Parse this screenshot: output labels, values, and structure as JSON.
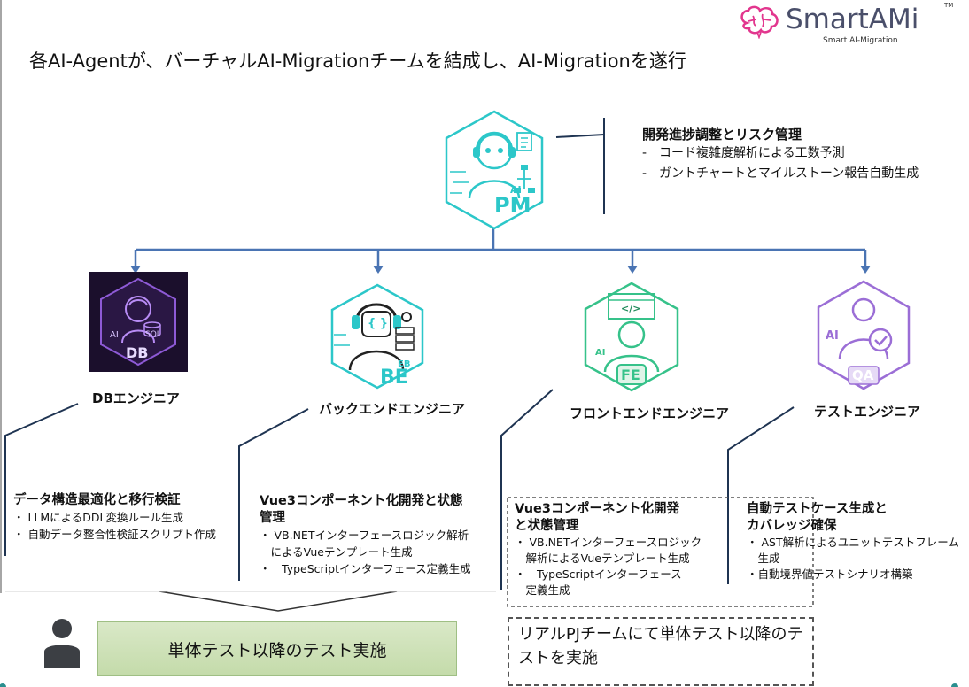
{
  "logo": {
    "name": "SmartAMi",
    "tm": "TM",
    "tagline": "Smart AI-Migration"
  },
  "headline": "各AI-Agentが、バーチャルAI-Migrationチームを結成し、AI-Migrationを遂行",
  "pm": {
    "badge_top": "AI",
    "badge": "PM",
    "heading": "開発進捗調整とリスク管理",
    "bullets": [
      "-　コード複雑度解析による工数予測",
      "-　ガントチャートとマイルストーン報告自動生成"
    ]
  },
  "agents": [
    {
      "badge": "DB",
      "icon_text": [
        "AI",
        "SQL"
      ],
      "role": "DBエンジニア",
      "heading": [
        "データ構造最適化と移行検証"
      ],
      "bullets": [
        "・ LLMによるDDL変換ルール生成",
        "・ 自動データ整合性検証スクリプト作成"
      ]
    },
    {
      "badge": "BE",
      "badge_top": "EB",
      "role": "バックエンドエンジニア",
      "heading": [
        "Vue3コンポーネント化開発と状態",
        "管理"
      ],
      "bullets": [
        "・ VB.NETインターフェースロジック解析",
        "　によるVueテンプレート生成",
        "・　TypeScriptインターフェース定義生成"
      ]
    },
    {
      "badge": "FE",
      "icon_text": [
        "AI"
      ],
      "role": "フロントエンドエンジニア",
      "heading": [
        "Vue3コンポーネント化開発",
        "と状態管理"
      ],
      "bullets": [
        "・ VB.NETインターフェースロジック",
        "　解析によるVueテンプレート生成",
        "・　TypeScriptインターフェース",
        "　定義生成"
      ]
    },
    {
      "badge": "QA",
      "icon_text": [
        "AI"
      ],
      "role": "テストエンジニア",
      "heading": [
        "自動テストケース生成と",
        "カバレッジ確保"
      ],
      "bullets": [
        "・ AST解析によるユニットテストフレーム",
        "　生成",
        "・自動境界値テストシナリオ構築"
      ]
    }
  ],
  "bottom": {
    "human_task": "単体テスト以降のテスト実施",
    "real_team": [
      "リアルPJチームにて単体テスト以降のテ",
      "ストを実施"
    ]
  },
  "colors": {
    "tree_line": "#4a74b3",
    "teal": "#2cc7c9",
    "green": "#36c28a",
    "purple": "#9b6ed6",
    "db_bg": "#1b0f2c"
  }
}
